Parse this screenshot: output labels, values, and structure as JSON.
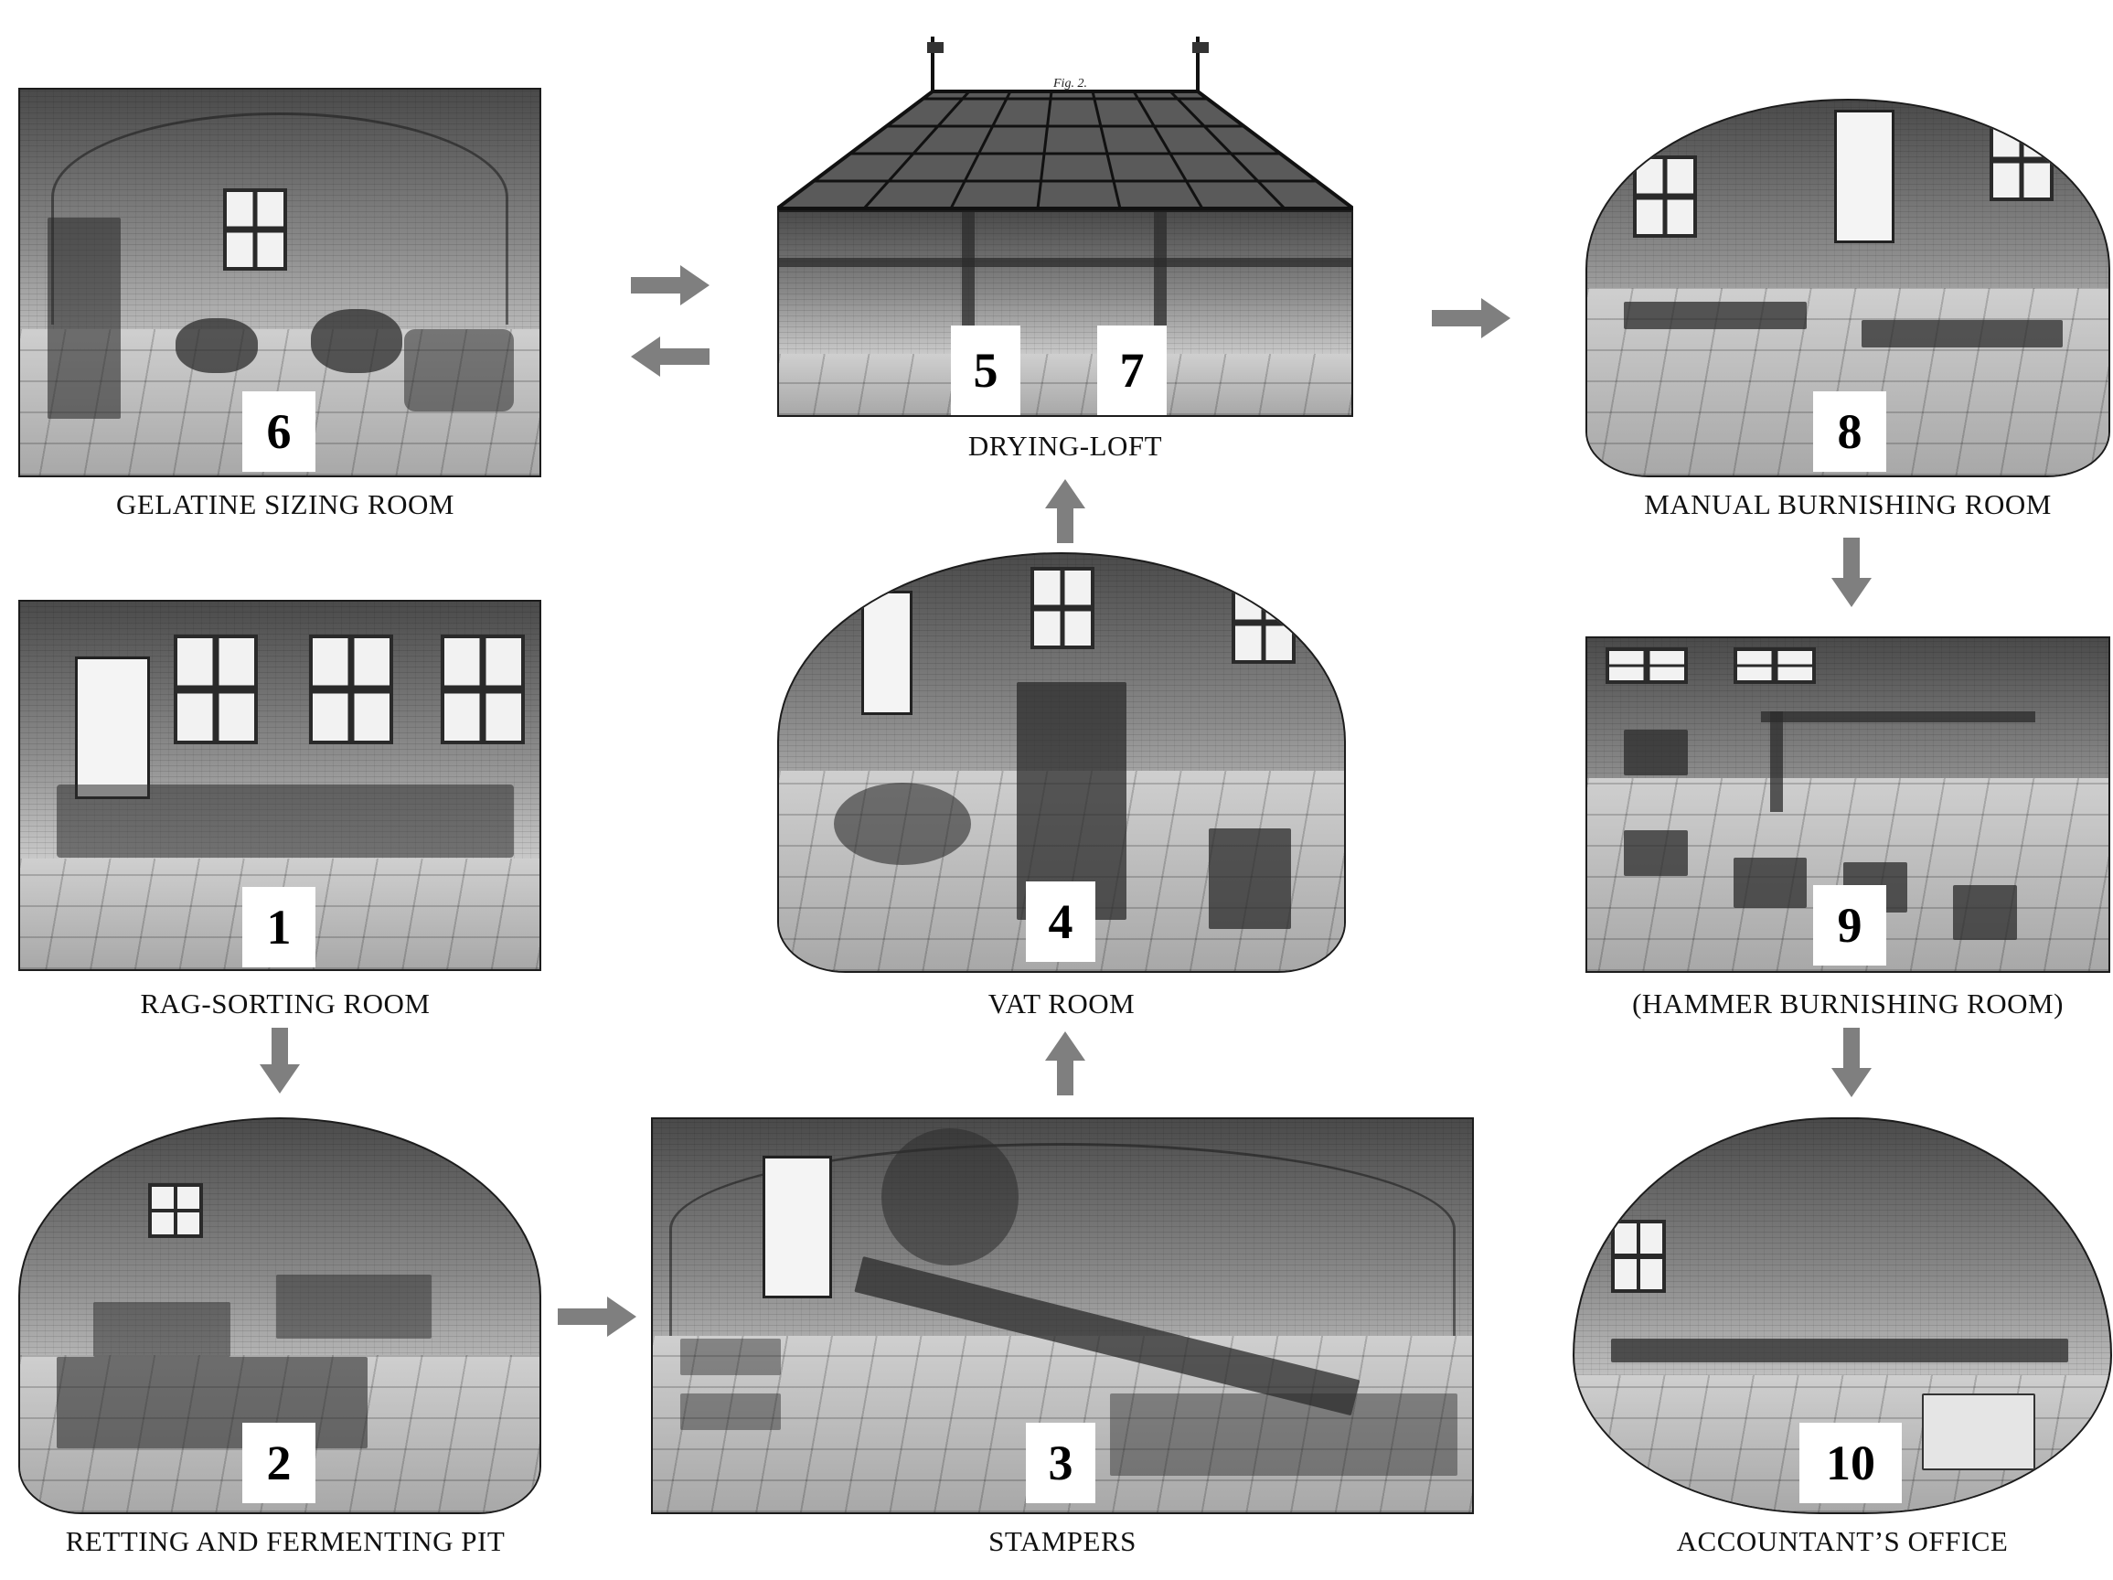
{
  "rooms": [
    {
      "number": "1",
      "caption": "RAG-SORTING ROOM"
    },
    {
      "number": "2",
      "caption": "RETTING AND FERMENTING PIT"
    },
    {
      "number": "3",
      "caption": "STAMPERS"
    },
    {
      "number": "4",
      "caption": "VAT ROOM"
    },
    {
      "number": "5",
      "number_b": "7",
      "caption": "DRYING-LOFT",
      "fig": "Fig. 2."
    },
    {
      "number": "6",
      "caption": "GELATINE SIZING ROOM"
    },
    {
      "number": "8",
      "caption": "MANUAL BURNISHING ROOM"
    },
    {
      "number": "9",
      "caption": "(HAMMER BURNISHING ROOM)"
    },
    {
      "number": "10",
      "caption": "ACCOUNTANT’S OFFICE"
    }
  ],
  "colors": {
    "arrow": "#7f7f7f",
    "engraving_dark": "#1c1c1c",
    "background": "#ffffff"
  }
}
